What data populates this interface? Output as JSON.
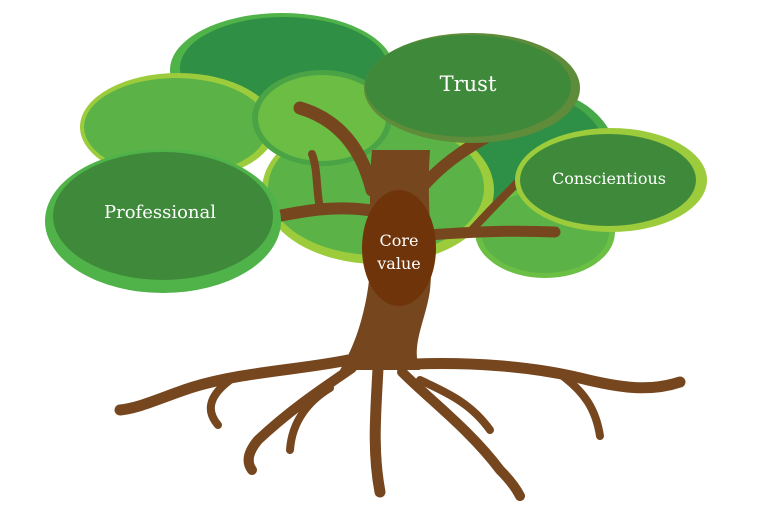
{
  "diagram": {
    "center": {
      "line1": "Core",
      "line2": "value"
    },
    "leaves": {
      "trust": "Trust",
      "professional": "Professional",
      "conscientious": "Conscientious"
    },
    "colors": {
      "trunk": "#76471f",
      "core": "#6f3409",
      "leaf_dark": "#3f8a3a",
      "leaf_mid": "#5bb348",
      "leaf_light": "#94c83c",
      "leaf_deep": "#2f8b44",
      "text": "#ffffff"
    }
  }
}
